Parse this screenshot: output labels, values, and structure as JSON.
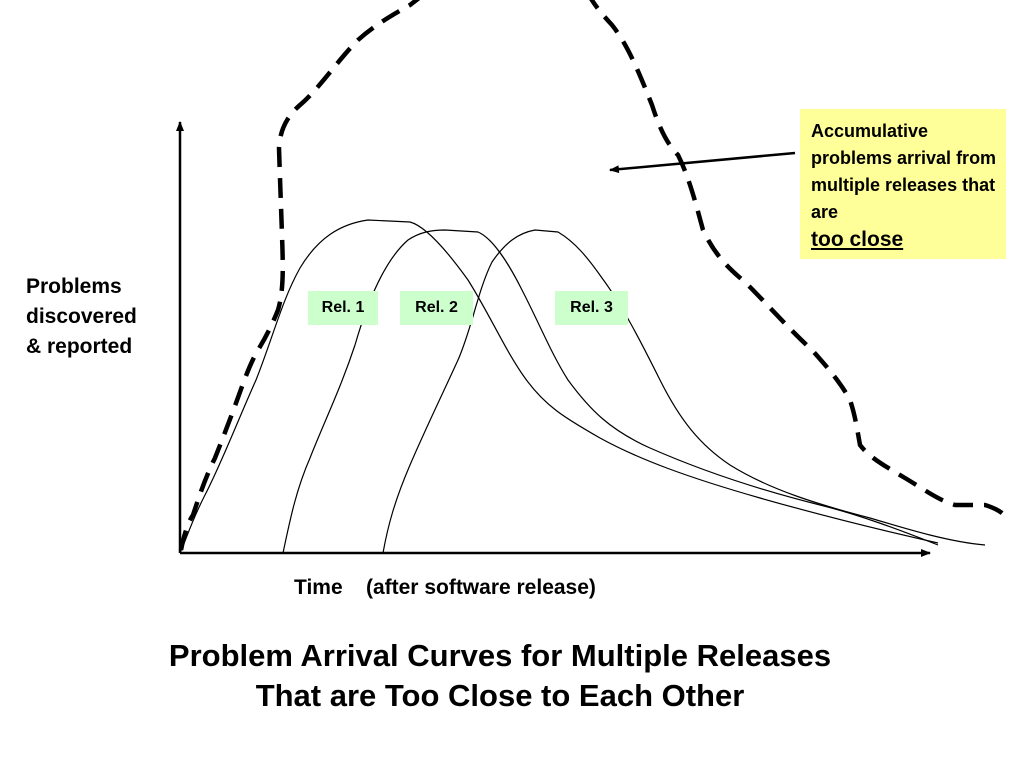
{
  "diagram": {
    "y_axis_label": "Problems\ndiscovered\n& reported",
    "x_axis_label": "Time    (after software release)",
    "callout": {
      "text": "Accumulative problems arrival from multiple releases that  are",
      "emphasis": "too close"
    },
    "curve_labels": [
      "Rel. 1",
      "Rel. 2",
      "Rel. 3"
    ],
    "title_line1": "Problem Arrival Curves for Multiple Releases",
    "title_line2": "That are Too Close to Each Other"
  },
  "colors": {
    "callout_fill": "#ffff99",
    "release_tag_fill": "#ccffcc",
    "line": "#000000"
  }
}
